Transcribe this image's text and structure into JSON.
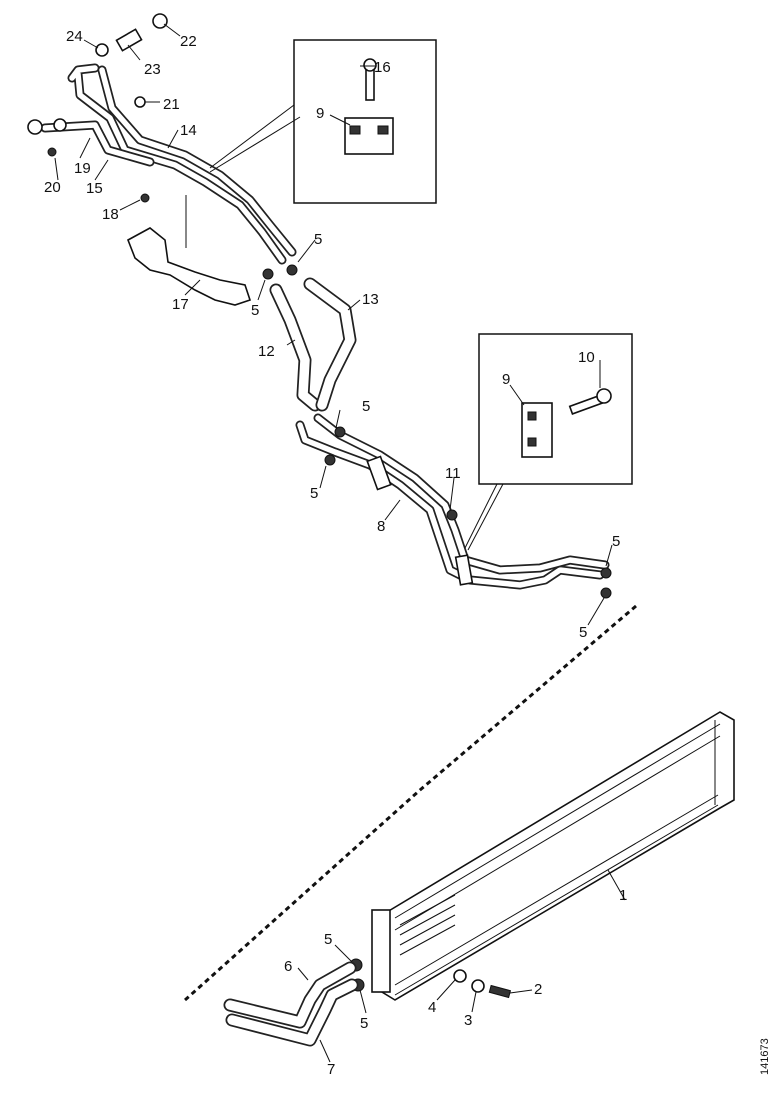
{
  "figure_id": "141673",
  "callouts": {
    "c1": "1",
    "c2": "2",
    "c3": "3",
    "c4": "4",
    "c5": "5",
    "c6": "6",
    "c7": "7",
    "c8": "8",
    "c9": "9",
    "c10": "10",
    "c11": "11",
    "c12": "12",
    "c13": "13",
    "c14": "14",
    "c15": "15",
    "c16": "16",
    "c17": "17",
    "c18": "18",
    "c19": "19",
    "c20": "20",
    "c21": "21",
    "c22": "22",
    "c23": "23",
    "c24": "24"
  }
}
